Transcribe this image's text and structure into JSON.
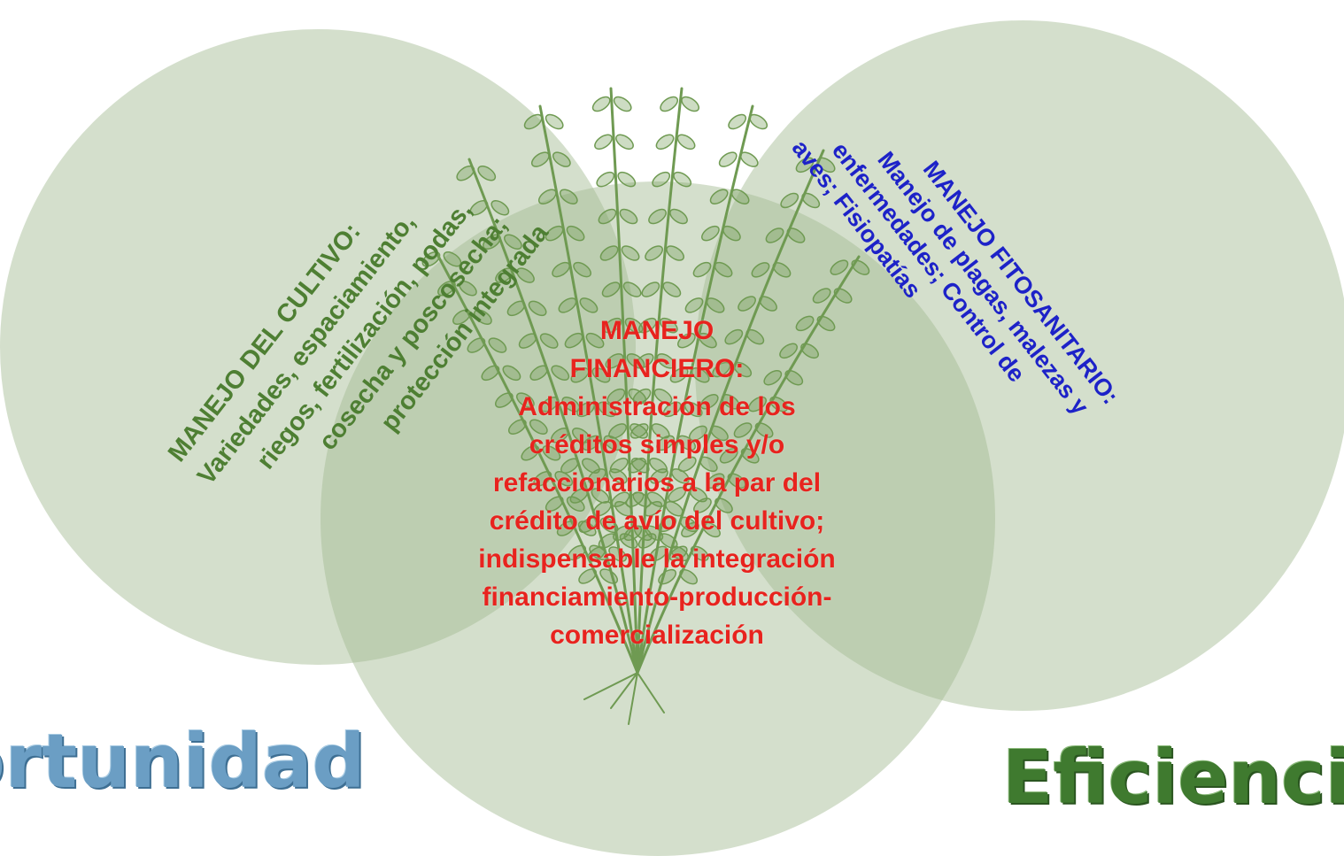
{
  "diagram": {
    "colors": {
      "circle_fill": "#a5bc94",
      "cultivo_text": "#4e7f33",
      "fito_text": "#1d22c8",
      "financiero_text": "#e8231e",
      "oportunidad_text": "#6b9ec4",
      "eficiencia_text": "#3f7a2f",
      "plant": "#6f9a52"
    },
    "cultivo": {
      "lines": [
        "MANEJO DEL CULTIVO:",
        "Variedades, espaciamiento,",
        "riegos, fertilización, podas,",
        "cosecha y poscosecha;",
        "protección integrada"
      ]
    },
    "fitosanitario": {
      "lines": [
        "MANEJO FITOSANITARIO:",
        "Manejo de plagas, malezas y",
        "enfermedades; Control de",
        "aves; Fisiopatías"
      ]
    },
    "financiero": {
      "lines": [
        "MANEJO",
        "FINANCIERO:",
        "Administración de los",
        "créditos simples y/o",
        "refaccionarios a la par del",
        "crédito de avío del cultivo;",
        "indispensable la integración",
        "financiamiento-producción-",
        "comercialización"
      ]
    },
    "labels": {
      "oportunidad": "ortunidad",
      "eficiencia": "Eficienci"
    },
    "plant_icon": "plant-illustration"
  }
}
